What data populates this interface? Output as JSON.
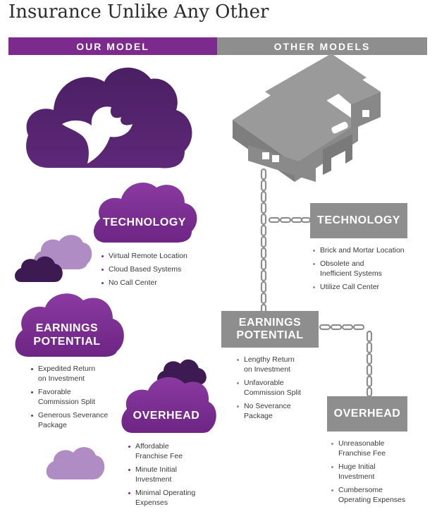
{
  "title": "Insurance Unlike Any Other",
  "headers": {
    "ours": "OUR MODEL",
    "other": "OTHER MODELS"
  },
  "colors": {
    "purple": "#7d2a8f",
    "dark_purple": "#3d1a52",
    "light_purple": "#b08cc4",
    "grey": "#8e8e8e"
  },
  "icons": [
    "cloud-bull-logo",
    "building-icon",
    "chain-icon",
    "cloud-icon"
  ],
  "our_model": {
    "technology": {
      "label": "TECHNOLOGY",
      "items": [
        "Virtual Remote Location",
        "Cloud Based Systems",
        "No Call Center"
      ]
    },
    "earnings": {
      "label_line1": "EARNINGS",
      "label_line2": "POTENTIAL",
      "items": [
        [
          "Expedited Return",
          "on Investment"
        ],
        [
          "Favorable",
          "Commission Split"
        ],
        [
          "Generous Severance",
          "Package"
        ]
      ]
    },
    "overhead": {
      "label": "OVERHEAD",
      "items": [
        [
          "Affordable",
          "Franchise Fee"
        ],
        [
          "Minute Initial",
          "Investment"
        ],
        [
          "Minimal Operating",
          "Expenses"
        ]
      ]
    }
  },
  "other_models": {
    "technology": {
      "label": "TECHNOLOGY",
      "items": [
        [
          "Brick and Mortar Location"
        ],
        [
          "Obsolete and",
          "Inefficient Systems"
        ],
        [
          "Utilize Call Center"
        ]
      ]
    },
    "earnings": {
      "label_line1": "EARNINGS",
      "label_line2": "POTENTIAL",
      "items": [
        [
          "Lengthy Return",
          "on Investment"
        ],
        [
          "Unfavorable",
          "Commission Split"
        ],
        [
          "No Severance",
          "Package"
        ]
      ]
    },
    "overhead": {
      "label": "OVERHEAD",
      "items": [
        [
          "Unreasonable",
          "Franchise Fee"
        ],
        [
          "Huge Initial",
          "Investment"
        ],
        [
          "Cumbersome",
          "Operating Expenses"
        ]
      ]
    }
  }
}
